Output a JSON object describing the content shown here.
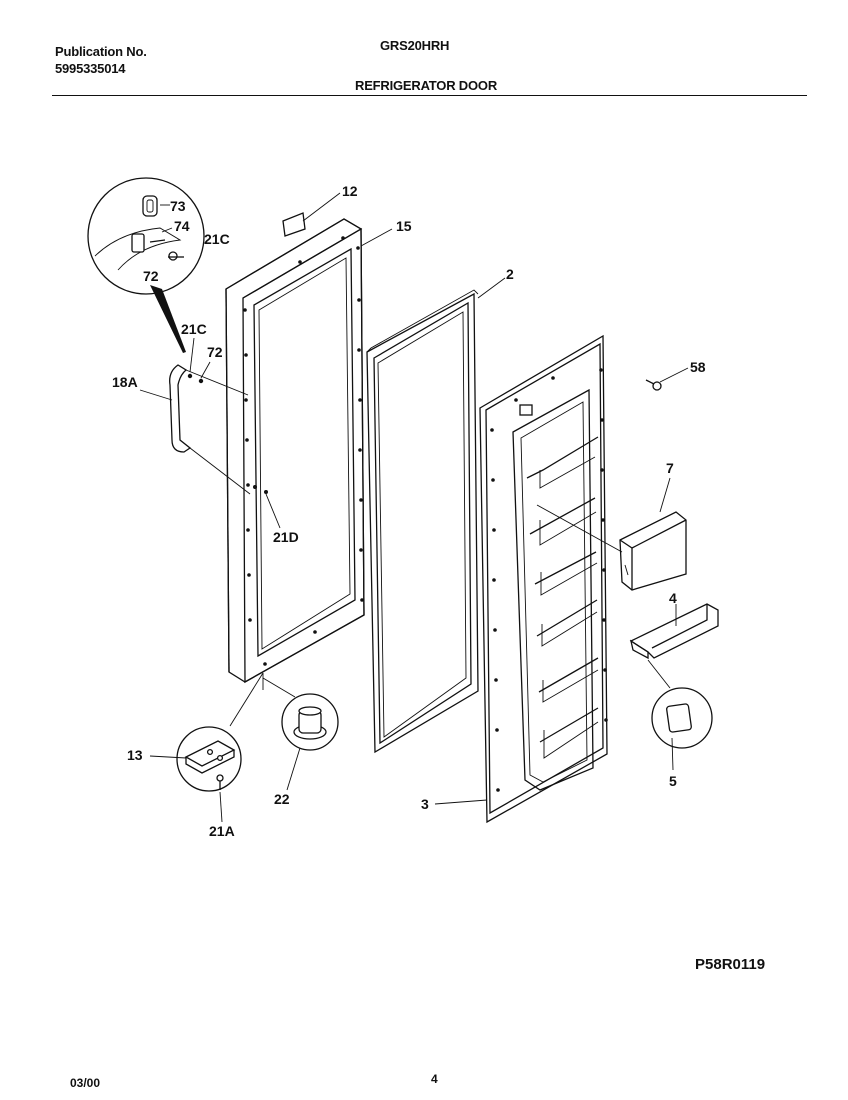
{
  "header": {
    "publication_label": "Publication No.",
    "publication_number": "5995335014",
    "model": "GRS20HRH",
    "section_title": "REFRIGERATOR DOOR"
  },
  "callouts": {
    "c12": "12",
    "c15": "15",
    "c2": "2",
    "c58": "58",
    "c7": "7",
    "c4": "4",
    "c5": "5",
    "c3": "3",
    "c73": "73",
    "c74": "74",
    "c21C_detail": "21C",
    "c72_detail": "72",
    "c21C": "21C",
    "c72": "72",
    "c18A": "18A",
    "c21D": "21D",
    "c13": "13",
    "c22": "22",
    "c21A": "21A"
  },
  "footer": {
    "drawing_id": "P58R0119",
    "date": "03/00",
    "page": "4"
  }
}
